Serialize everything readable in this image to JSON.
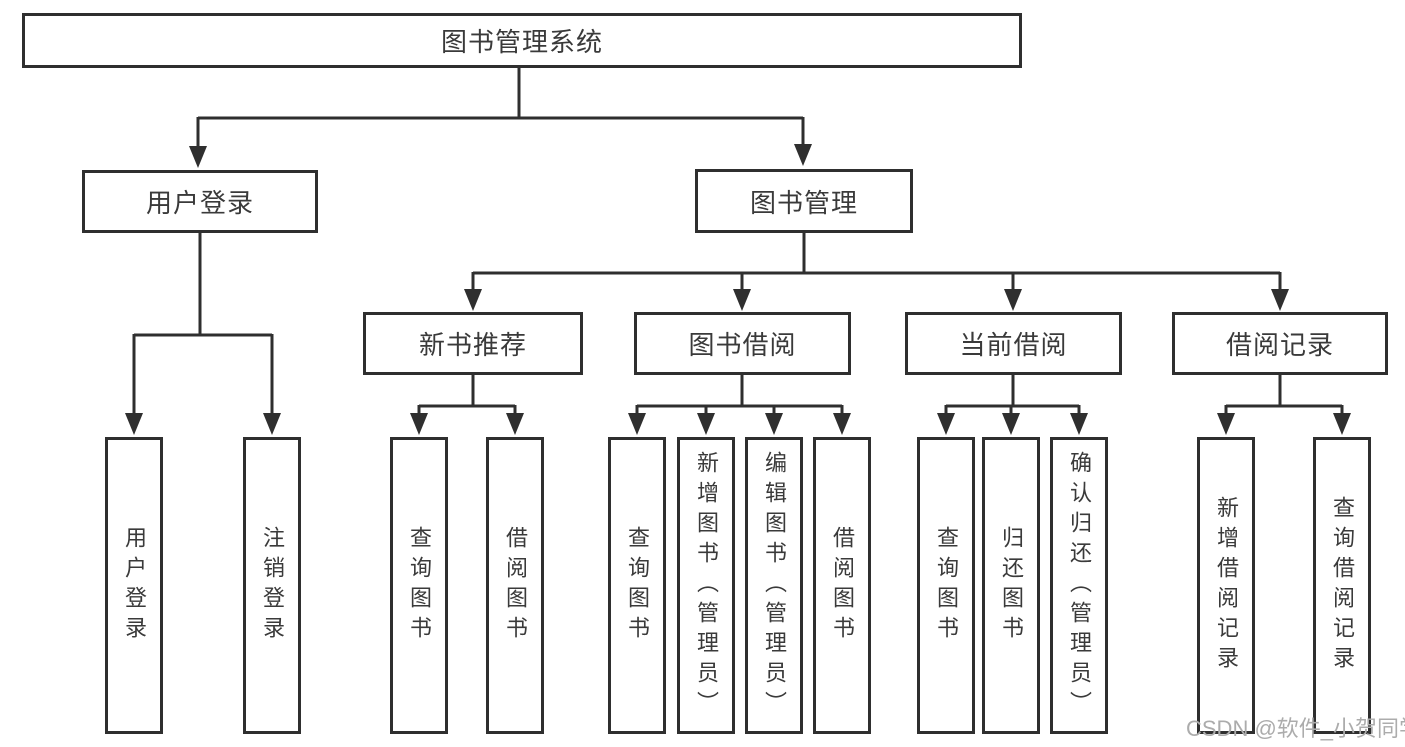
{
  "nodes": {
    "root": "图书管理系统",
    "level1": [
      "用户登录",
      "图书管理"
    ],
    "level2": [
      "新书推荐",
      "图书借阅",
      "当前借阅",
      "借阅记录"
    ],
    "user_children": [
      "用户登录",
      "注销登录"
    ],
    "newbook_children": [
      "查询图书",
      "借阅图书"
    ],
    "borrow_children": [
      "查询图书",
      "新增图书（管理员）",
      "编辑图书（管理员）",
      "借阅图书"
    ],
    "current_children": [
      "查询图书",
      "归还图书",
      "确认归还（管理员）"
    ],
    "records_children": [
      "新增借阅记录",
      "查询借阅记录"
    ]
  },
  "watermark": "CSDN @软件_小贺同学",
  "colors": {
    "line": "#2f2f2f",
    "text": "#3a3a3a",
    "watermark": "#acacac",
    "background": "#ffffff"
  }
}
